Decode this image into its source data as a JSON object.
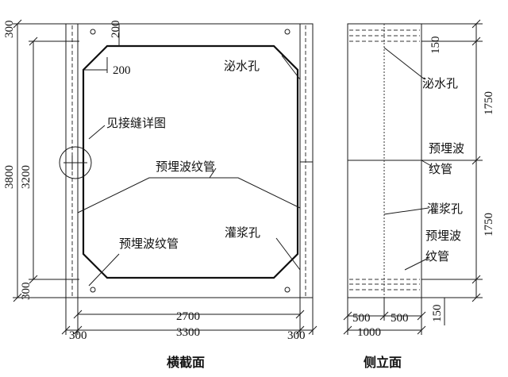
{
  "cross_section": {
    "title": "横截面",
    "dims": {
      "top_300": "300",
      "top_200_v": "200",
      "corner_200": "200",
      "overall_3800": "3800",
      "inner_3200": "3200",
      "bottom_300": "300",
      "width_2700": "2700",
      "width_3300": "3300",
      "left_300": "300",
      "right_300": "300"
    },
    "labels": {
      "drain_hole": "泌水孔",
      "joint_detail": "见接缝详图",
      "duct_upper": "预埋波纹管",
      "grout_hole": "灌浆孔",
      "duct_lower": "预埋波纹管"
    }
  },
  "side_elevation": {
    "title": "侧立面",
    "dims": {
      "top_150": "150",
      "upper_1750": "1750",
      "lower_1750": "1750",
      "bottom_150": "150",
      "half_500_left": "500",
      "half_500_right": "500",
      "width_1000": "1000"
    },
    "labels": {
      "drain_hole": "泌水孔",
      "duct_1": "预埋波",
      "duct_1b": "纹管",
      "grout_hole": "灌浆孔",
      "duct_2": "预埋波",
      "duct_2b": "纹管"
    }
  }
}
